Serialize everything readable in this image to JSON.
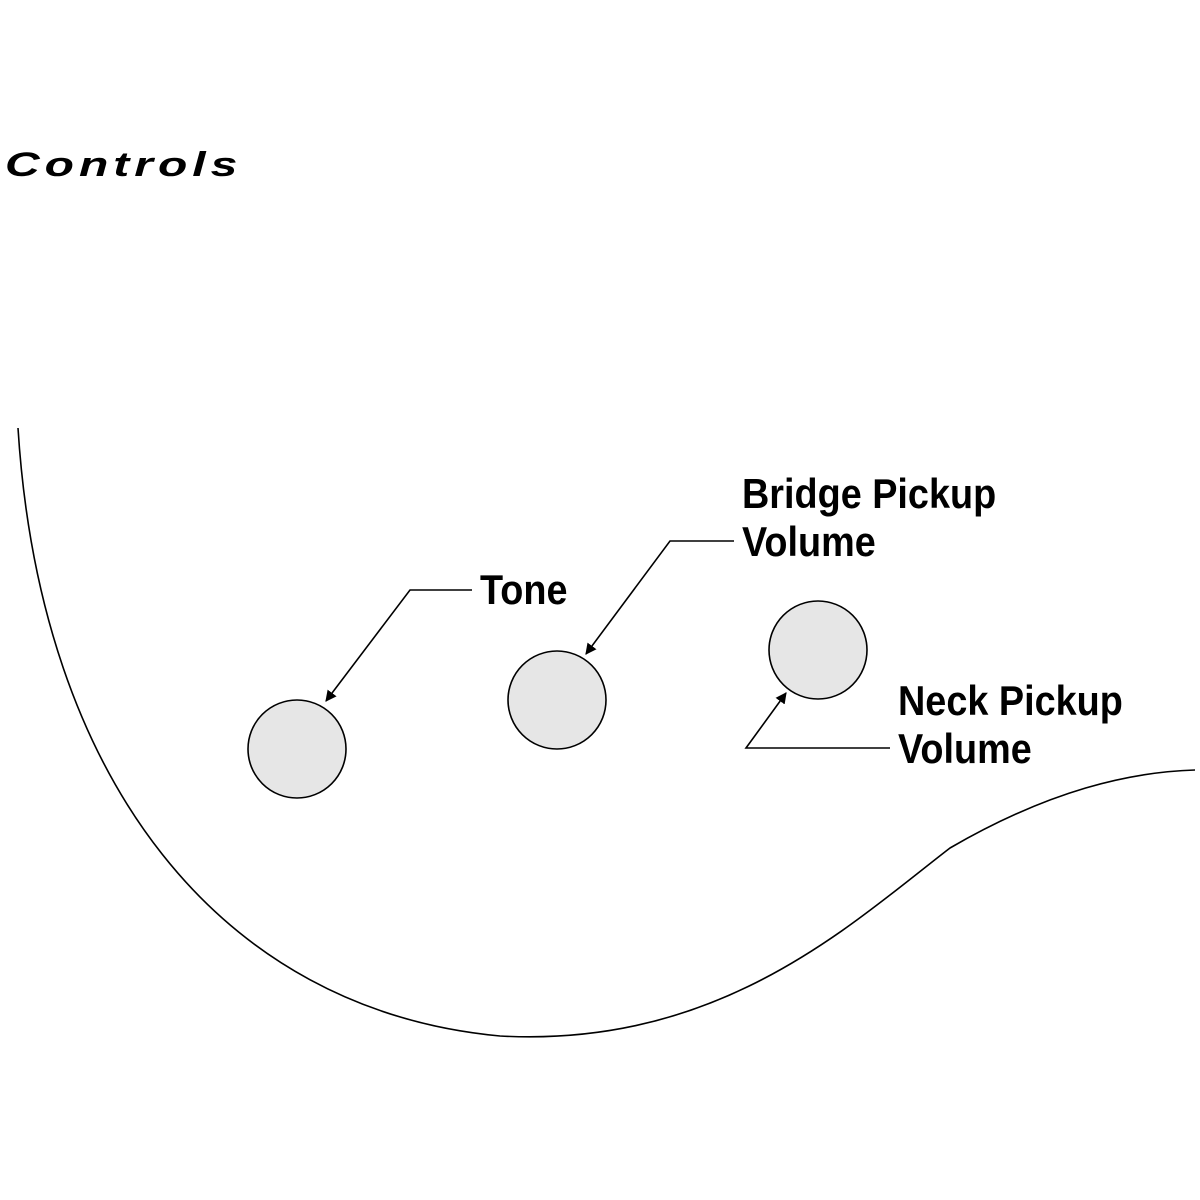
{
  "title": "Controls",
  "controls": [
    {
      "id": "tone",
      "lines": [
        "Tone"
      ]
    },
    {
      "id": "bridge",
      "lines": [
        "Bridge Pickup",
        "Volume"
      ]
    },
    {
      "id": "neck",
      "lines": [
        "Neck Pickup",
        "Volume"
      ]
    }
  ],
  "colors": {
    "knob_fill": "#e6e6e6",
    "line": "#000000",
    "background": "#ffffff"
  }
}
